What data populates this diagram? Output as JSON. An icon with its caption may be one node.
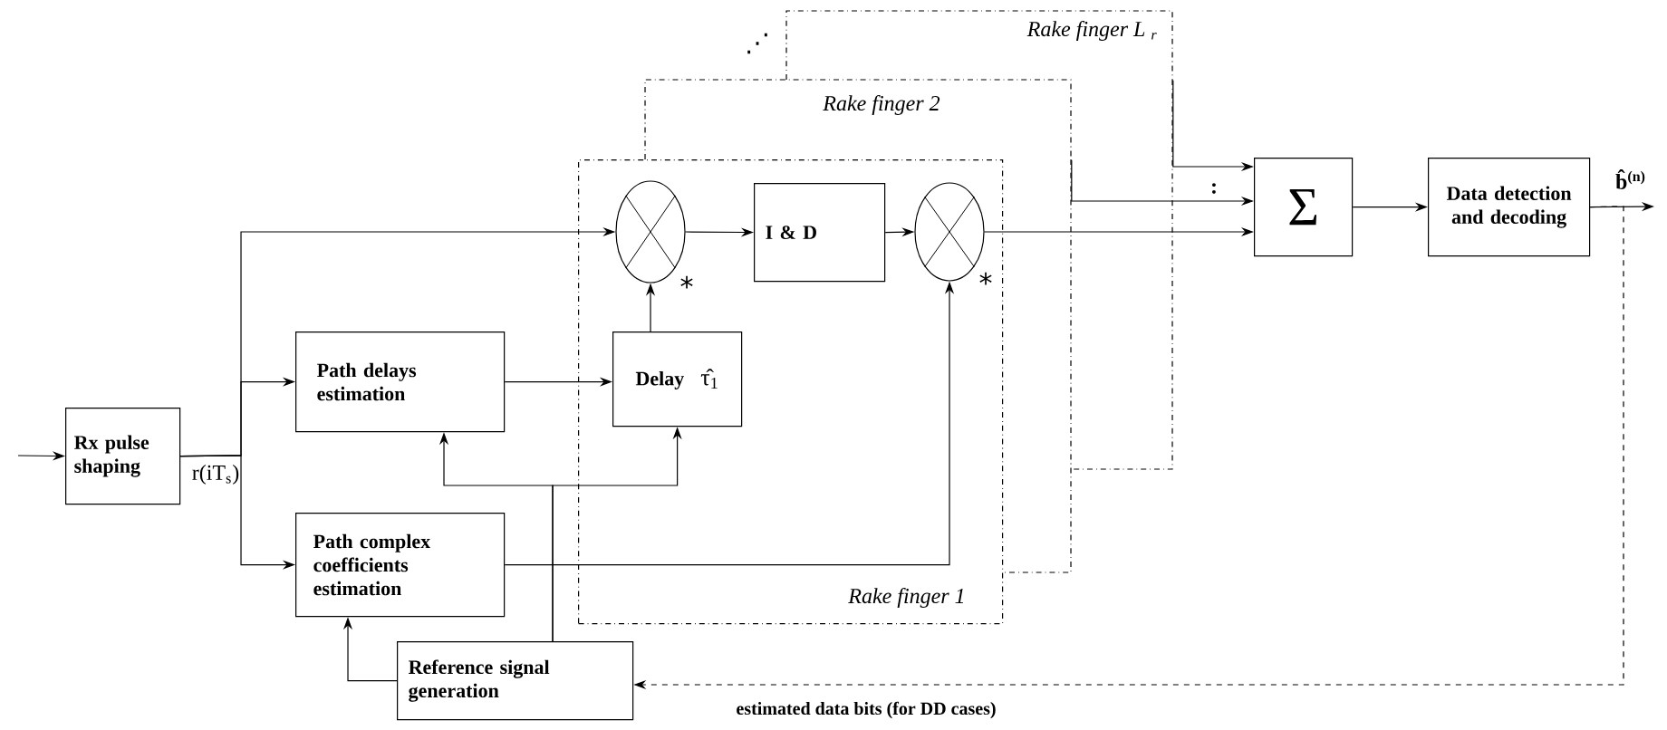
{
  "diagram": {
    "nodes": [
      {
        "text": [
          "Rx pulse shaping"
        ],
        "beside": [
          "r(iT$_{s}$)"
        ]
      },
      {
        "text": [
          "Path delays estimation"
        ]
      },
      {
        "text": [
          "Path complex coefficients estimation"
        ]
      },
      {
        "text": [
          "Reference signal generation"
        ]
      },
      {
        "text": [
          "Rake finger L $_{r}$"
        ]
      },
      {
        "text": [
          "Rake finger 2"
        ]
      },
      {
        "text": [
          "Rake finger 1"
        ]
      },
      {
        "text": [],
        "shape": "circle",
        "in": 6,
        "beside": [
          "*"
        ]
      },
      {
        "text": [
          "I & D"
        ],
        "in": 6
      },
      {
        "text": [],
        "shape": "circle",
        "in": 6,
        "beside": [
          "*"
        ]
      },
      {
        "text": [
          "Delay",
          "τ̂$_{1}$"
        ],
        "in": 6
      },
      {
        "text": [
          "Σ"
        ]
      },
      {
        "text": [
          "Data detection and decoding"
        ]
      }
    ],
    "edges": [
      {
        "from": null,
        "to": 0,
        "arrow": "to"
      },
      {
        "from": 0,
        "to": 7,
        "arrow": "to"
      },
      {
        "from": 0,
        "to": 1,
        "arrow": "to"
      },
      {
        "from": 0,
        "to": 2,
        "arrow": "to"
      },
      {
        "from": 1,
        "to": 10,
        "arrow": "to"
      },
      {
        "from": 10,
        "to": 7,
        "arrow": "to"
      },
      {
        "from": 7,
        "to": 8,
        "arrow": "to"
      },
      {
        "from": 8,
        "to": 9,
        "arrow": "to"
      },
      {
        "from": 9,
        "to": 11,
        "arrow": "to"
      },
      {
        "from": 2,
        "to": 9,
        "arrow": "to"
      },
      {
        "from": 3,
        "to": 1,
        "arrow": "to"
      },
      {
        "from": 3,
        "to": 10,
        "arrow": "to"
      },
      {
        "from": 3,
        "to": 2,
        "arrow": "to"
      },
      {
        "from": 4,
        "to": 11,
        "arrow": "to"
      },
      {
        "from": 5,
        "to": 11,
        "arrow": "to"
      },
      {
        "from": 11,
        "to": 12,
        "arrow": "to"
      },
      {
        "from": 12,
        "to": null,
        "arrow": "to",
        "label": "b̂$^{(n)}$"
      },
      {
        "from": 12,
        "to": 3,
        "arrow": "to",
        "style": "dashed",
        "label": "estimated data bits (for DD cases)"
      }
    ],
    "labels": [
      "⋰",
      ":"
    ]
  }
}
